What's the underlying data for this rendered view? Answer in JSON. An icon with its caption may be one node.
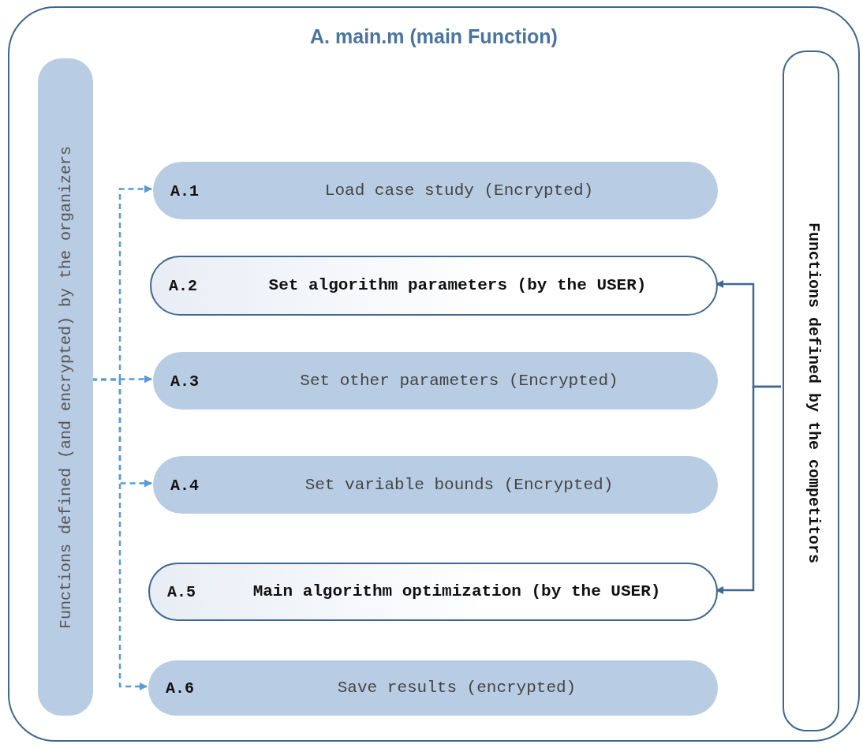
{
  "diagram": {
    "nodes": [
      {
        "text": [
          "A. main.m (main Function)"
        ]
      },
      {
        "text": [
          "Functions defined (and encrypted) by the organizers"
        ],
        "in": 0
      },
      {
        "text": [
          "A.1",
          "Load case study (Encrypted)"
        ],
        "in": 0
      },
      {
        "text": [
          "A.2",
          "Set algorithm parameters (by the USER)"
        ],
        "in": 0
      },
      {
        "text": [
          "A.3",
          "Set other parameters (Encrypted)"
        ],
        "in": 0
      },
      {
        "text": [
          "A.4",
          "Set variable bounds (Encrypted)"
        ],
        "in": 0
      },
      {
        "text": [
          "A.5",
          "Main algorithm optimization (by the USER)"
        ],
        "in": 0
      },
      {
        "text": [
          "A.6",
          "Save results (encrypted)"
        ],
        "in": 0
      },
      {
        "text": [
          "Functions defined by the competitors"
        ],
        "in": 0
      }
    ],
    "edges": [
      {
        "from": 1,
        "to": 2,
        "arrow": "to",
        "style": "dashed"
      },
      {
        "from": 1,
        "to": 4,
        "arrow": "to",
        "style": "dashed"
      },
      {
        "from": 1,
        "to": 5,
        "arrow": "to",
        "style": "dashed"
      },
      {
        "from": 1,
        "to": 7,
        "arrow": "to",
        "style": "dashed"
      },
      {
        "from": 8,
        "to": 3,
        "arrow": "to",
        "color": "#41678f"
      },
      {
        "from": 8,
        "to": 6,
        "arrow": "to",
        "color": "#41678f"
      }
    ]
  }
}
